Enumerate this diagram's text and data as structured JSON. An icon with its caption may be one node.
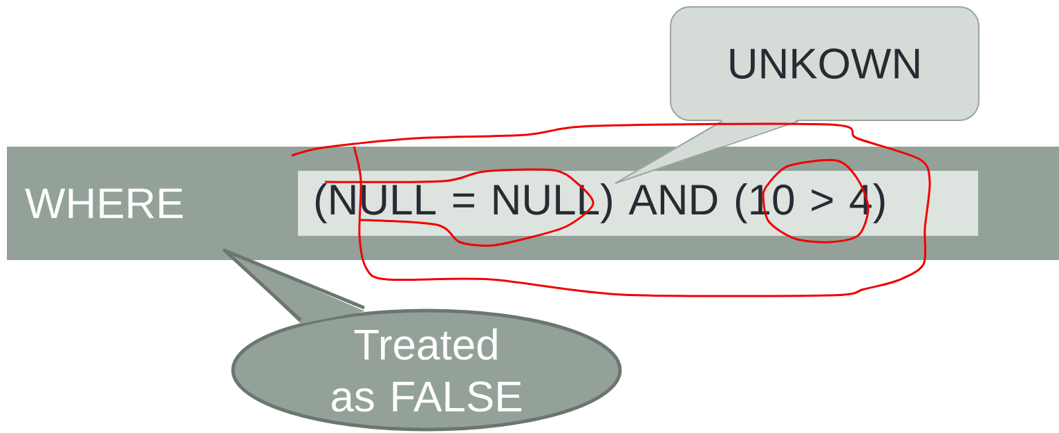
{
  "diagram": {
    "nodes": [
      {
        "text": [
          "WHERE"
        ]
      },
      {
        "text": [
          "(NULL = NULL) AND (10 > 4)"
        ],
        "in": 0
      },
      {
        "text": [
          "UNKOWN"
        ]
      },
      {
        "text": [
          "Treated as FALSE"
        ]
      }
    ]
  }
}
